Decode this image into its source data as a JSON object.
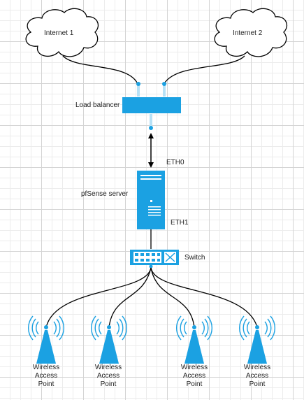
{
  "colors": {
    "device": "#1ba1e2",
    "device_light": "#b7e1f6",
    "line": "#000000",
    "cloud_stroke": "#000000"
  },
  "clouds": [
    {
      "label": "Internet 1"
    },
    {
      "label": "Internet 2"
    }
  ],
  "load_balancer": {
    "label": "Load balancer"
  },
  "server": {
    "label": "pfSense server",
    "eth0": "ETH0",
    "eth1": "ETH1"
  },
  "switch": {
    "label": "Switch"
  },
  "access_points": [
    {
      "line1": "Wireless",
      "line2": "Access",
      "line3": "Point"
    },
    {
      "line1": "Wireless",
      "line2": "Access",
      "line3": "Point"
    },
    {
      "line1": "Wireless",
      "line2": "Access",
      "line3": "Point"
    },
    {
      "line1": "Wireless",
      "line2": "Access",
      "line3": "Point"
    }
  ]
}
